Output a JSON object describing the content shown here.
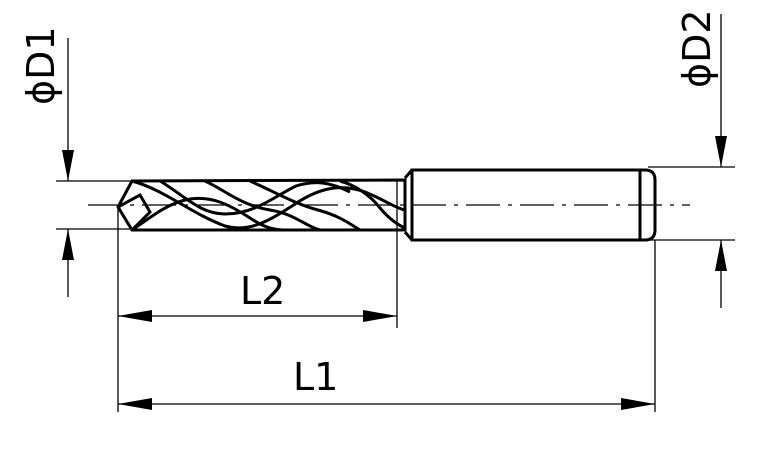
{
  "drawing": {
    "labels": {
      "d1": "ϕD1",
      "d2": "ϕD2",
      "l1": "L1",
      "l2": "L2"
    },
    "line_color": "#000000",
    "background_color": "#ffffff"
  }
}
